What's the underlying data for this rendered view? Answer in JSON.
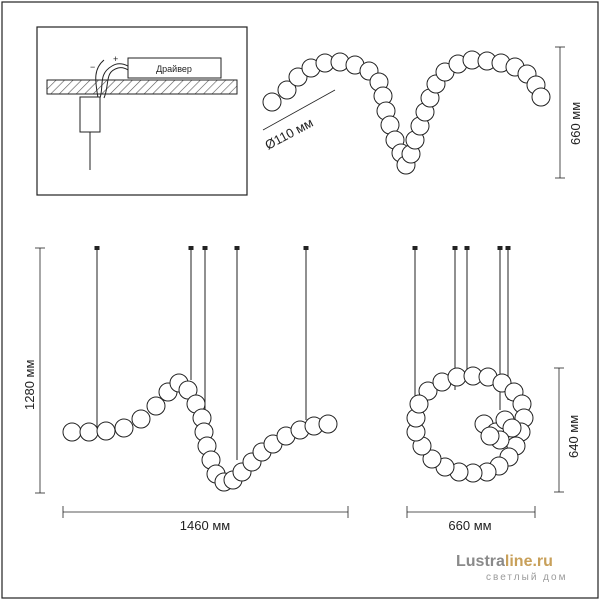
{
  "inset": {
    "driver_label": "Драйвер",
    "plus": "+",
    "minus": "−"
  },
  "dimensions": {
    "bead_diameter": "Ø110 мм",
    "top_height": "660 мм",
    "front_height": "1280 мм",
    "front_width": "1460 мм",
    "side_height": "640 мм",
    "side_width": "660 мм"
  },
  "watermark": {
    "brand_part1": "Lustra",
    "brand_part2": "line.ru",
    "tagline": "светлый дом"
  },
  "colors": {
    "line": "#222222",
    "bead_fill": "#ffffff",
    "ceiling_hatch": "#555555",
    "brand_gray": "#8a8a8a",
    "brand_gold": "#c8a05a"
  }
}
